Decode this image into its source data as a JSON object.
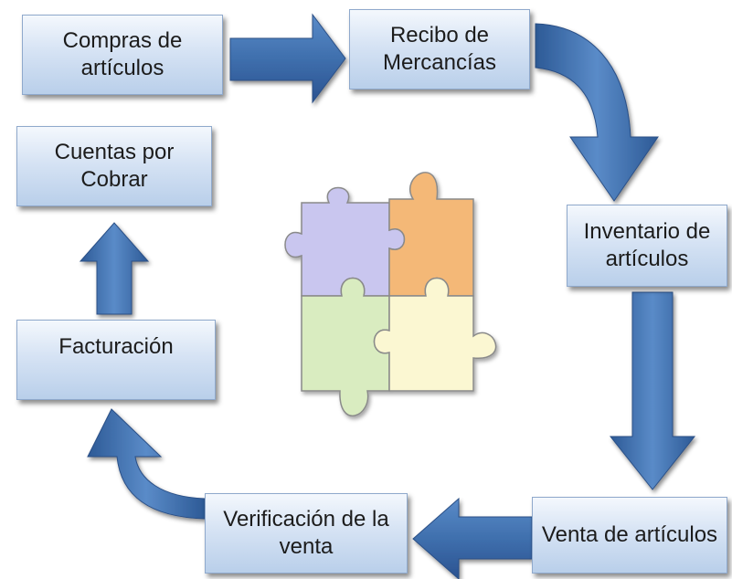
{
  "diagram": {
    "nodes": {
      "compras": "Compras de\nartículos",
      "recibo": "Recibo de\nMercancías",
      "inventario": "Inventario de\nartículos",
      "venta": "Venta de artículos",
      "verificacion": "Verificación de la\nventa",
      "facturacion": "Facturación",
      "cuentas": "Cuentas por\nCobrar"
    },
    "colors": {
      "arrow": "#3f6fad",
      "arrow_dark": "#2c5590",
      "box_top": "#f4f8fd",
      "box_bottom": "#b9cfea",
      "puzzle_purple": "#c9c6ef",
      "puzzle_orange": "#f4b877",
      "puzzle_green": "#d9ecc0",
      "puzzle_cream": "#fbf7d2"
    },
    "center_icon": "puzzle-icon"
  }
}
